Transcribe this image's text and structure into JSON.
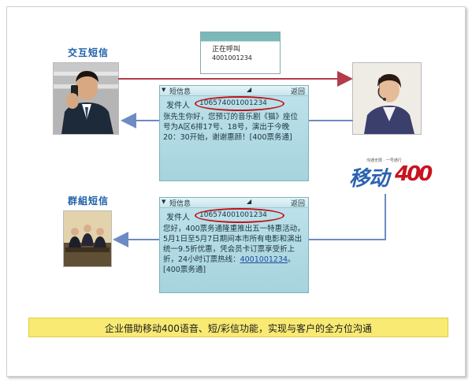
{
  "labels": {
    "interactive_sms": "交互短信",
    "group_sms": "群組短信"
  },
  "call_dialog": {
    "status": "正在呼叫",
    "number": "4001001234"
  },
  "phone_top": {
    "header": "短信息",
    "back": "返回",
    "sender_label": "发件人",
    "sender_number": "106574001001234",
    "message": "张先生你好，您预订的音乐剧《猫》座位号为A区6排17号、18号，演出于今晚20：30开始，谢谢惠顾！[400票务通]"
  },
  "phone_bottom": {
    "header": "短信息",
    "back": "返回",
    "sender_label": "发件人",
    "sender_number": "106574001001234",
    "message": "您好，400票务通隆重推出五一特惠活动，5月1日至5月7日期间本市所有电影和演出统一9.5折优惠，凭会员卡订票享受折上折，24小时订票热线：",
    "hotline": "4001001234",
    "signature": "。[400票务通]"
  },
  "logo": {
    "slogan": "沟通无限 · 一号通行",
    "brand": "移动",
    "number": "400"
  },
  "banner": {
    "text": "企业借助移动400语音、短/彩信功能，实现与客户的全方位沟通"
  },
  "colors": {
    "title_blue": "#1d5fa8",
    "arrow_red": "#b33c4a",
    "arrow_blue": "#6d8bc3",
    "banner_yellow": "#f8ea73",
    "oval_red": "#c0141b"
  }
}
